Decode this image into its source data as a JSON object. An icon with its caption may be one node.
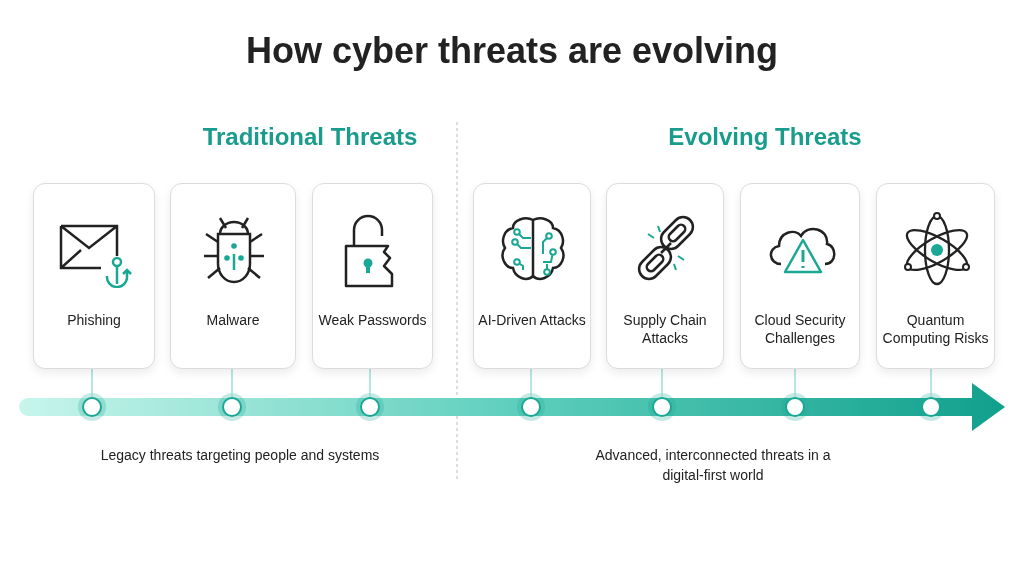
{
  "diagram": {
    "title": "How cyber threats are evolving",
    "nodes": [
      {
        "text": [
          "Phishing"
        ]
      },
      {
        "text": [
          "Malware"
        ]
      },
      {
        "text": [
          "Weak Passwords"
        ]
      },
      {
        "text": [
          "AI-Driven Attacks"
        ]
      },
      {
        "text": [
          "Supply Chain Attacks"
        ]
      },
      {
        "text": [
          "Cloud Security Challenges"
        ]
      },
      {
        "text": [
          "Quantum Computing Risks"
        ]
      },
      {
        "text": [],
        "shape": "circle"
      },
      {
        "text": [],
        "shape": "circle"
      },
      {
        "text": [],
        "shape": "circle"
      },
      {
        "text": [],
        "shape": "circle"
      },
      {
        "text": [],
        "shape": "circle"
      },
      {
        "text": [],
        "shape": "circle"
      },
      {
        "text": [],
        "shape": "circle"
      }
    ],
    "edges": [
      {
        "from": 0,
        "to": 7,
        "arrow": "none"
      },
      {
        "from": 1,
        "to": 8,
        "arrow": "none"
      },
      {
        "from": 2,
        "to": 9,
        "arrow": "none"
      },
      {
        "from": 3,
        "to": 10,
        "arrow": "none"
      },
      {
        "from": 4,
        "to": 11,
        "arrow": "none"
      },
      {
        "from": 5,
        "to": 12,
        "arrow": "none"
      },
      {
        "from": 6,
        "to": 13,
        "arrow": "none"
      }
    ],
    "labels": [
      "Traditional Threats",
      "Evolving Threats",
      "Legacy threats targeting people and systems",
      "Advanced, interconnected threats in a digital-first world"
    ]
  }
}
